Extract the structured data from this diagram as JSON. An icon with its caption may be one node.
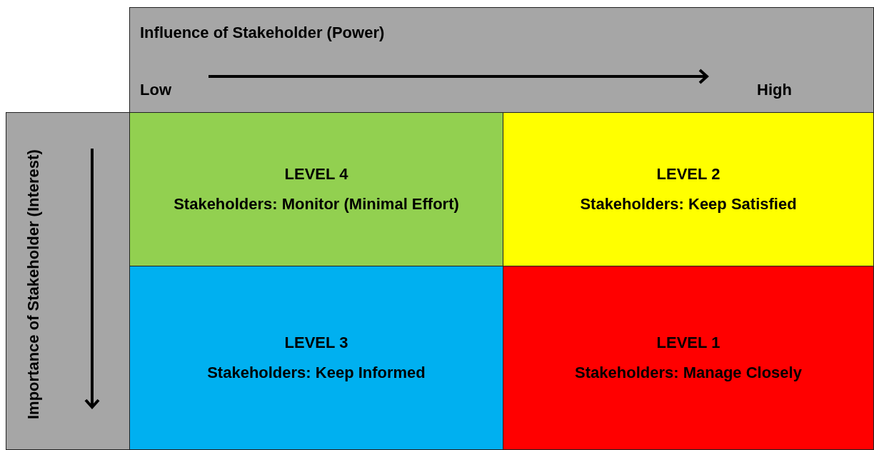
{
  "diagram": {
    "nodes": [
      {
        "text": [
          "Influence of Stakeholder (Power)",
          "Low",
          "High"
        ]
      },
      {
        "text": [
          "Importance of Stakeholder (Interest)"
        ]
      },
      {
        "text": [
          "LEVEL 4",
          "Stakeholders: Monitor (Minimal Effort)"
        ]
      },
      {
        "text": [
          "LEVEL 2",
          "Stakeholders: Keep Satisfied"
        ]
      },
      {
        "text": [
          "LEVEL 3",
          "Stakeholders: Keep Informed"
        ]
      },
      {
        "text": [
          "LEVEL 1",
          "Stakeholders: Manage Closely"
        ]
      }
    ],
    "edges": []
  }
}
